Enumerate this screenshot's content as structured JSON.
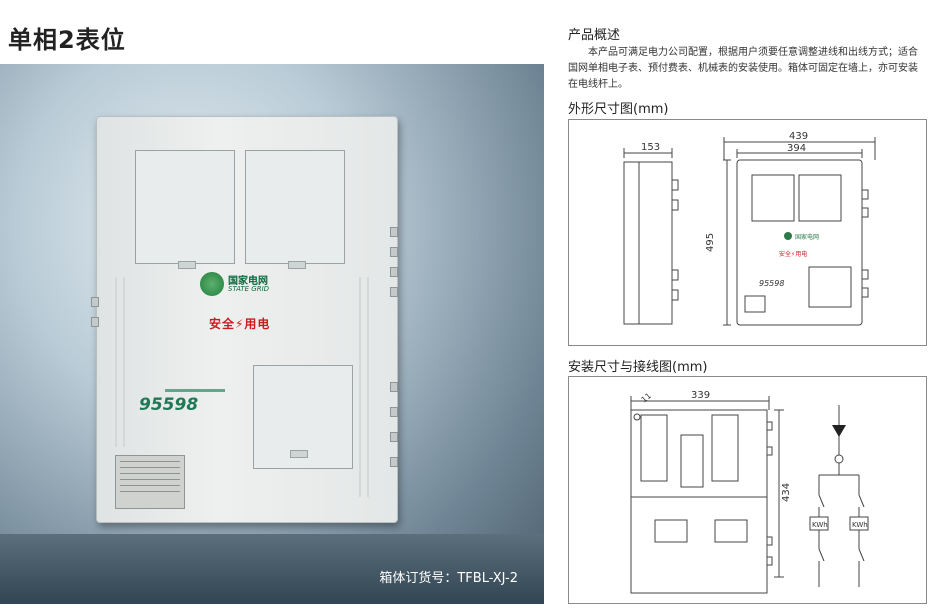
{
  "title": "单相2表位",
  "photo": {
    "caption": "箱体订货号：TFBL-XJ-2",
    "logo_name": "国家电网",
    "logo_sub": "STATE GRID",
    "safety_text": "安全⚡用电",
    "hotline": "95598"
  },
  "overview": {
    "heading": "产品概述",
    "text": "本产品可满足电力公司配置，根据用户须要任意调整进线和出线方式；适合国网单相电子表、预付费表、机械表的安装使用。箱体可固定在墙上，亦可安装在电线杆上。"
  },
  "dimensions": {
    "heading": "外形尺寸图(mm)",
    "depth": "153",
    "width_outer": "439",
    "width_inner": "394",
    "height": "495"
  },
  "install": {
    "heading": "安装尺寸与接线图(mm)",
    "width": "339",
    "height": "434",
    "hole": "11",
    "meter_label": "KWh"
  }
}
